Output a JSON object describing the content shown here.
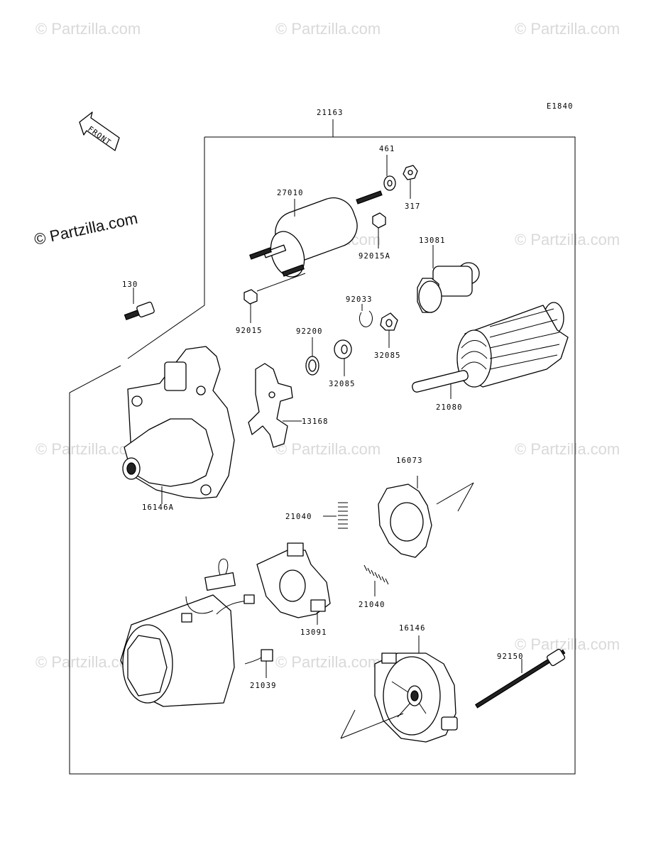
{
  "diagram_code": "E1840",
  "assembly_label": "21163",
  "front_label": "FRONT",
  "brand": "© Partzilla.com",
  "watermark": "© Partzilla.com",
  "parts": {
    "p461": "461",
    "p317": "317",
    "p27010": "27010",
    "p92015A": "92015A",
    "p13081": "13081",
    "p130": "130",
    "p92015": "92015",
    "p92033": "92033",
    "p92200": "92200",
    "p32085a": "32085",
    "p32085b": "32085",
    "p13168": "13168",
    "p21080": "21080",
    "p16146A": "16146A",
    "p16073": "16073",
    "p21040a": "21040",
    "p21040b": "21040",
    "p13091": "13091",
    "p16146": "16146",
    "p92150": "92150",
    "p21039": "21039"
  }
}
